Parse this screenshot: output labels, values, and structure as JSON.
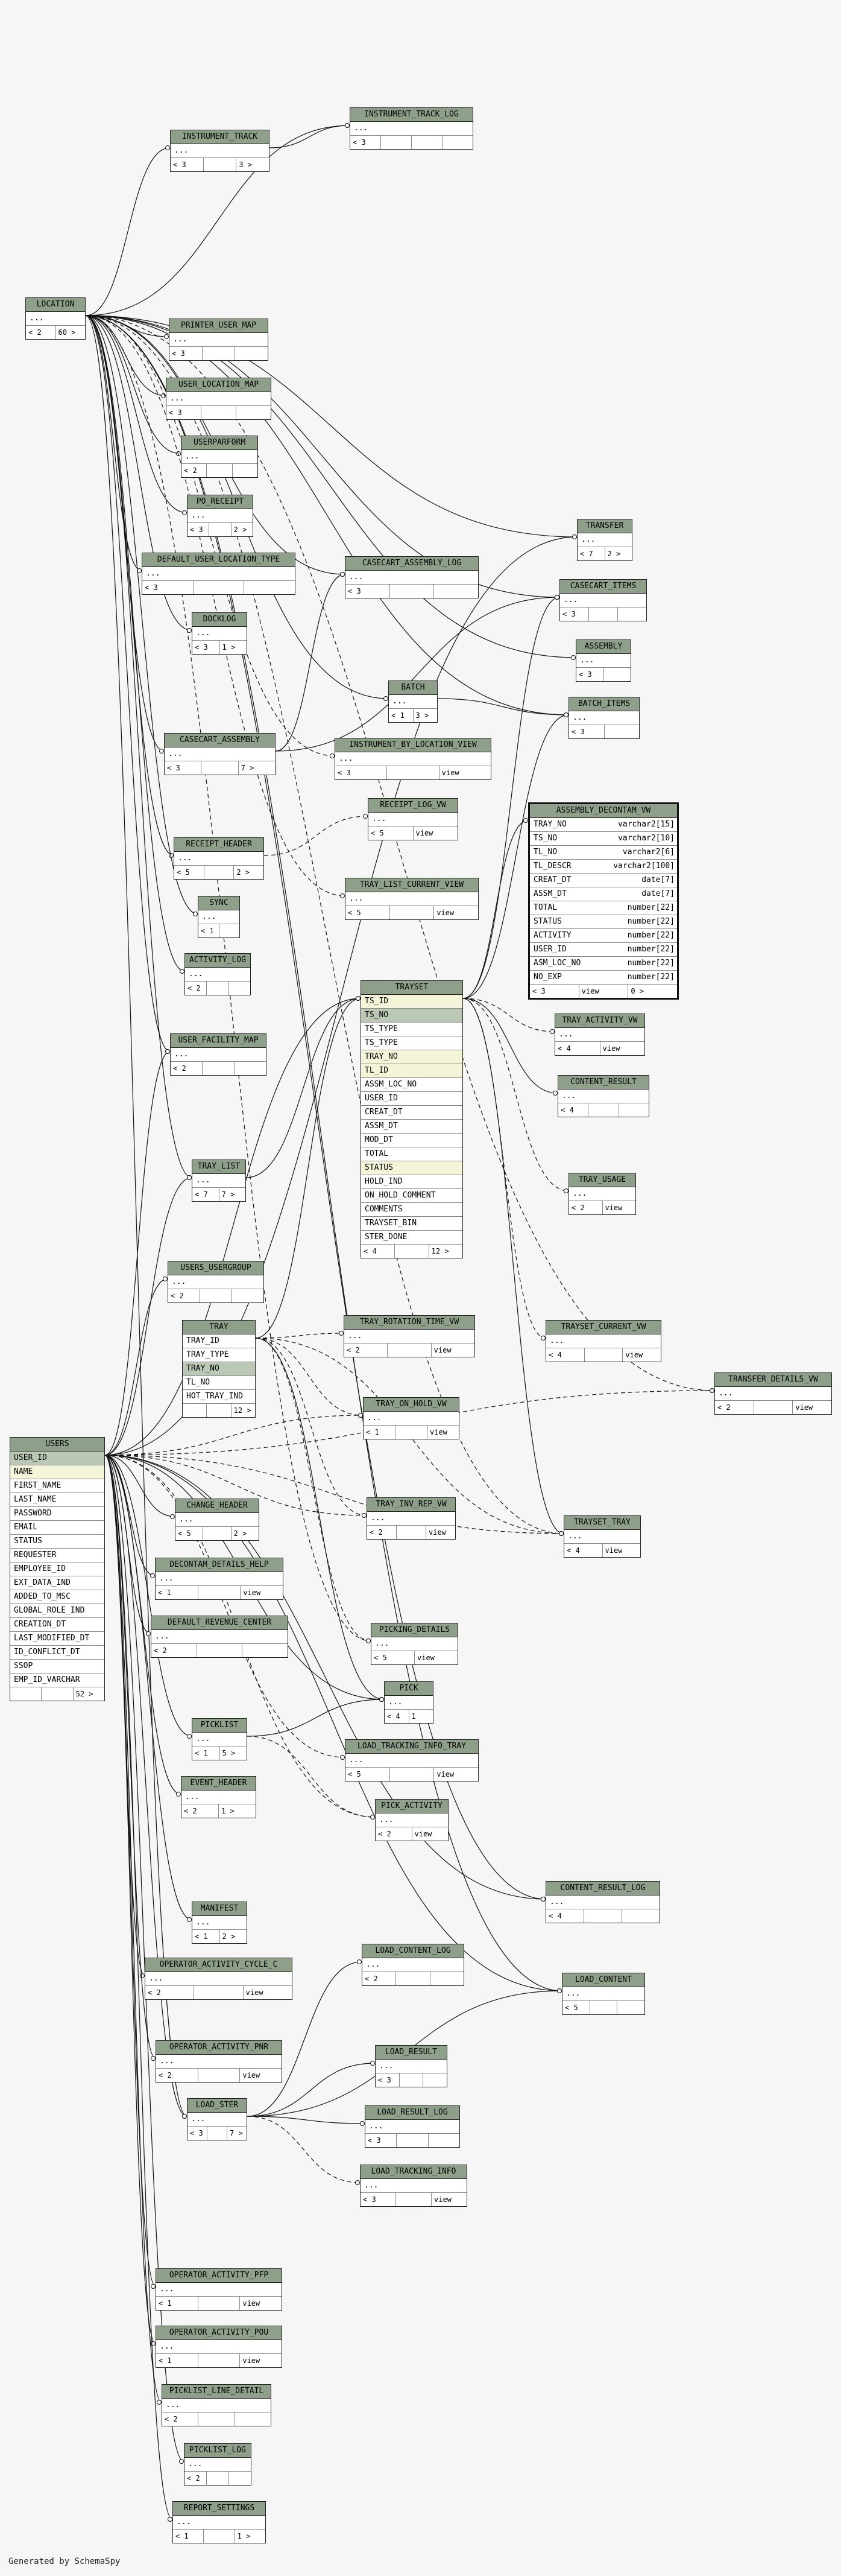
{
  "footer_label": "Generated by SchemaSpy",
  "colors": {
    "header": "#8fa08a",
    "primary_key": "#bcc8b6",
    "foreign_key": "#f4f4d8",
    "line": "#111111"
  },
  "tables": {
    "instrument_track": {
      "name": "INSTRUMENT_TRACK",
      "rows": [
        "..."
      ],
      "foot": [
        "< 3",
        "",
        "3 >"
      ]
    },
    "instrument_track_log": {
      "name": "INSTRUMENT_TRACK_LOG",
      "rows": [
        "..."
      ],
      "foot": [
        "< 3",
        "",
        "",
        ""
      ]
    },
    "location": {
      "name": "LOCATION",
      "rows": [
        "..."
      ],
      "foot": [
        "< 2",
        "60 >"
      ]
    },
    "printer_user_map": {
      "name": "PRINTER_USER_MAP",
      "rows": [
        "..."
      ],
      "foot": [
        "< 3",
        "",
        ""
      ]
    },
    "user_location_map": {
      "name": "USER_LOCATION_MAP",
      "rows": [
        "..."
      ],
      "foot": [
        "< 3",
        "",
        ""
      ]
    },
    "userparform": {
      "name": "USERPARFORM",
      "rows": [
        "..."
      ],
      "foot": [
        "< 2",
        "",
        ""
      ]
    },
    "po_receipt": {
      "name": "PO_RECEIPT",
      "rows": [
        "..."
      ],
      "foot": [
        "< 3",
        "",
        "2 >"
      ]
    },
    "default_user_location_type": {
      "name": "DEFAULT_USER_LOCATION_TYPE",
      "rows": [
        "..."
      ],
      "foot": [
        "< 3",
        "",
        ""
      ]
    },
    "transfer": {
      "name": "TRANSFER",
      "rows": [
        "..."
      ],
      "foot": [
        "< 7",
        "2 >"
      ]
    },
    "casecart_assembly_log": {
      "name": "CASECART_ASSEMBLY_LOG",
      "rows": [
        "..."
      ],
      "foot": [
        "< 3",
        "",
        ""
      ]
    },
    "casecart_items": {
      "name": "CASECART_ITEMS",
      "rows": [
        "..."
      ],
      "foot": [
        "< 3",
        "",
        ""
      ]
    },
    "docklog": {
      "name": "DOCKLOG",
      "rows": [
        "..."
      ],
      "foot": [
        "< 3",
        "1 >"
      ]
    },
    "assembly": {
      "name": "ASSEMBLY",
      "rows": [
        "..."
      ],
      "foot": [
        "< 3",
        ""
      ]
    },
    "batch": {
      "name": "BATCH",
      "rows": [
        "..."
      ],
      "foot": [
        "< 1",
        "3 >"
      ]
    },
    "batch_items": {
      "name": "BATCH_ITEMS",
      "rows": [
        "..."
      ],
      "foot": [
        "< 3",
        ""
      ]
    },
    "casecart_assembly": {
      "name": "CASECART_ASSEMBLY",
      "rows": [
        "..."
      ],
      "foot": [
        "< 3",
        "",
        "7 >"
      ]
    },
    "instrument_by_location_view": {
      "name": "INSTRUMENT_BY_LOCATION_VIEW",
      "rows": [
        "..."
      ],
      "foot": [
        "< 3",
        "",
        "view"
      ]
    },
    "assembly_decontam_vw": {
      "name": "ASSEMBLY_DECONTAM_VW",
      "rows": [
        {
          "c": "TRAY_NO",
          "t": "varchar2[15]"
        },
        {
          "c": "TS_NO",
          "t": "varchar2[10]"
        },
        {
          "c": "TL_NO",
          "t": "varchar2[6]"
        },
        {
          "c": "TL_DESCR",
          "t": "varchar2[100]"
        },
        {
          "c": "CREAT_DT",
          "t": "date[7]"
        },
        {
          "c": "ASSM_DT",
          "t": "date[7]"
        },
        {
          "c": "TOTAL",
          "t": "number[22]"
        },
        {
          "c": "STATUS",
          "t": "number[22]"
        },
        {
          "c": "ACTIVITY",
          "t": "number[22]"
        },
        {
          "c": "USER_ID",
          "t": "number[22]"
        },
        {
          "c": "ASM_LOC_NO",
          "t": "number[22]"
        },
        {
          "c": "NO_EXP",
          "t": "number[22]"
        }
      ],
      "foot": [
        "< 3",
        "view",
        "0 >"
      ]
    },
    "receipt_log_vw": {
      "name": "RECEIPT_LOG_VW",
      "rows": [
        "..."
      ],
      "foot": [
        "< 5",
        "view"
      ]
    },
    "receipt_header": {
      "name": "RECEIPT_HEADER",
      "rows": [
        "..."
      ],
      "foot": [
        "< 5",
        "",
        "2 >"
      ]
    },
    "tray_list_current_view": {
      "name": "TRAY_LIST_CURRENT_VIEW",
      "rows": [
        "..."
      ],
      "foot": [
        "< 5",
        "",
        "view"
      ]
    },
    "sync": {
      "name": "SYNC",
      "rows": [
        "..."
      ],
      "foot": [
        "< 1",
        ""
      ]
    },
    "activity_log": {
      "name": "ACTIVITY_LOG",
      "rows": [
        "..."
      ],
      "foot": [
        "< 2",
        "",
        ""
      ]
    },
    "trayset": {
      "name": "TRAYSET",
      "rows": [
        {
          "c": "TS_ID",
          "k": "fk"
        },
        {
          "c": "TS_NO",
          "k": "pk"
        },
        {
          "c": "TS_TYPE",
          "k": ""
        },
        {
          "c": "TS_TYPE",
          "k": ""
        },
        {
          "c": "TRAY_NO",
          "k": "fk"
        },
        {
          "c": "TL_ID",
          "k": "fk"
        },
        {
          "c": "ASSM_LOC_NO",
          "k": ""
        },
        {
          "c": "USER_ID",
          "k": ""
        },
        {
          "c": "CREAT_DT",
          "k": ""
        },
        {
          "c": "ASSM_DT",
          "k": ""
        },
        {
          "c": "MOD_DT",
          "k": ""
        },
        {
          "c": "TOTAL",
          "k": ""
        },
        {
          "c": "STATUS",
          "k": "fk"
        },
        {
          "c": "HOLD_IND",
          "k": ""
        },
        {
          "c": "ON_HOLD_COMMENT",
          "k": ""
        },
        {
          "c": "COMMENTS",
          "k": ""
        },
        {
          "c": "TRAYSET_BIN",
          "k": ""
        },
        {
          "c": "STER_DONE",
          "k": ""
        }
      ],
      "foot": [
        "< 4",
        "",
        "12 >"
      ]
    },
    "tray_activity_vw": {
      "name": "TRAY_ACTIVITY_VW",
      "rows": [
        "..."
      ],
      "foot": [
        "< 4",
        "view"
      ]
    },
    "user_facility_map": {
      "name": "USER_FACILITY_MAP",
      "rows": [
        "..."
      ],
      "foot": [
        "< 2",
        "",
        ""
      ]
    },
    "content_result": {
      "name": "CONTENT_RESULT",
      "rows": [
        "..."
      ],
      "foot": [
        "< 4",
        "",
        ""
      ]
    },
    "tray_list": {
      "name": "TRAY_LIST",
      "rows": [
        "..."
      ],
      "foot": [
        "< 7",
        "7 >"
      ]
    },
    "tray_usage": {
      "name": "TRAY_USAGE",
      "rows": [
        "..."
      ],
      "foot": [
        "< 2",
        "view"
      ]
    },
    "users_usergroup": {
      "name": "USERS_USERGROUP",
      "rows": [
        "..."
      ],
      "foot": [
        "< 2",
        "",
        ""
      ]
    },
    "tray": {
      "name": "TRAY",
      "rows": [
        {
          "c": "TRAY_ID",
          "k": ""
        },
        {
          "c": "TRAY_TYPE",
          "k": ""
        },
        {
          "c": "TRAY_NO",
          "k": "pk"
        },
        {
          "c": "TL_NO",
          "k": ""
        },
        {
          "c": "HOT_TRAY_IND",
          "k": ""
        }
      ],
      "foot": [
        "",
        "",
        "12 >"
      ]
    },
    "tray_rotation_time_vw": {
      "name": "TRAY_ROTATION_TIME_VW",
      "rows": [
        "..."
      ],
      "foot": [
        "< 2",
        "",
        "view"
      ]
    },
    "trayset_current_vw": {
      "name": "TRAYSET_CURRENT_VW",
      "rows": [
        "..."
      ],
      "foot": [
        "< 4",
        "",
        "view"
      ]
    },
    "transfer_details_vw": {
      "name": "TRANSFER_DETAILS_VW",
      "rows": [
        "..."
      ],
      "foot": [
        "< 2",
        "",
        "view"
      ]
    },
    "users": {
      "name": "USERS",
      "rows": [
        {
          "c": "USER_ID",
          "k": "pk"
        },
        {
          "c": "NAME",
          "k": "fk"
        },
        {
          "c": "FIRST_NAME",
          "k": ""
        },
        {
          "c": "LAST_NAME",
          "k": ""
        },
        {
          "c": "PASSWORD",
          "k": ""
        },
        {
          "c": "EMAIL",
          "k": ""
        },
        {
          "c": "STATUS",
          "k": ""
        },
        {
          "c": "REQUESTER",
          "k": ""
        },
        {
          "c": "EMPLOYEE_ID",
          "k": ""
        },
        {
          "c": "EXT_DATA_IND",
          "k": ""
        },
        {
          "c": "ADDED_TO_MSC",
          "k": ""
        },
        {
          "c": "GLOBAL_ROLE_IND",
          "k": ""
        },
        {
          "c": "CREATION_DT",
          "k": ""
        },
        {
          "c": "LAST_MODIFIED_DT",
          "k": ""
        },
        {
          "c": "ID_CONFLICT_DT",
          "k": ""
        },
        {
          "c": "SSOP",
          "k": ""
        },
        {
          "c": "EMP_ID_VARCHAR",
          "k": ""
        }
      ],
      "foot": [
        "",
        "",
        "52 >"
      ]
    },
    "tray_on_hold_vw": {
      "name": "TRAY_ON_HOLD_VW",
      "rows": [
        "..."
      ],
      "foot": [
        "< 1",
        "",
        "view"
      ]
    },
    "change_header": {
      "name": "CHANGE_HEADER",
      "rows": [
        "..."
      ],
      "foot": [
        "< 5",
        "",
        "2 >"
      ]
    },
    "tray_inv_rep_vw": {
      "name": "TRAY_INV_REP_VW",
      "rows": [
        "..."
      ],
      "foot": [
        "< 2",
        "",
        "view"
      ]
    },
    "trayset_tray": {
      "name": "TRAYSET_TRAY",
      "rows": [
        "..."
      ],
      "foot": [
        "< 4",
        "view"
      ]
    },
    "decontam_details_help": {
      "name": "DECONTAM_DETAILS_HELP",
      "rows": [
        "..."
      ],
      "foot": [
        "< 1",
        "",
        "view"
      ]
    },
    "default_revenue_center": {
      "name": "DEFAULT_REVENUE_CENTER",
      "rows": [
        "..."
      ],
      "foot": [
        "< 2",
        "",
        ""
      ]
    },
    "picking_details": {
      "name": "PICKING_DETAILS",
      "rows": [
        "..."
      ],
      "foot": [
        "< 5",
        "view"
      ]
    },
    "pick": {
      "name": "PICK",
      "rows": [
        "..."
      ],
      "foot": [
        "< 4",
        "1"
      ]
    },
    "picklist": {
      "name": "PICKLIST",
      "rows": [
        "..."
      ],
      "foot": [
        "< 1",
        "5 >"
      ]
    },
    "load_tracking_info_tray": {
      "name": "LOAD_TRACKING_INFO_TRAY",
      "rows": [
        "..."
      ],
      "foot": [
        "< 5",
        "",
        "view"
      ]
    },
    "event_header": {
      "name": "EVENT_HEADER",
      "rows": [
        "..."
      ],
      "foot": [
        "< 2",
        "1 >"
      ]
    },
    "pick_activity": {
      "name": "PICK_ACTIVITY",
      "rows": [
        "..."
      ],
      "foot": [
        "< 2",
        "view"
      ]
    },
    "content_result_log": {
      "name": "CONTENT_RESULT_LOG",
      "rows": [
        "..."
      ],
      "foot": [
        "< 4",
        "",
        ""
      ]
    },
    "manifest": {
      "name": "MANIFEST",
      "rows": [
        "..."
      ],
      "foot": [
        "< 1",
        "2 >"
      ]
    },
    "load_content_log": {
      "name": "LOAD_CONTENT_LOG",
      "rows": [
        "..."
      ],
      "foot": [
        "< 2",
        "",
        ""
      ]
    },
    "operator_activity_cycle_c": {
      "name": "OPERATOR_ACTIVITY_CYCLE_C",
      "rows": [
        "..."
      ],
      "foot": [
        "< 2",
        "",
        "view"
      ]
    },
    "load_content": {
      "name": "LOAD_CONTENT",
      "rows": [
        "..."
      ],
      "foot": [
        "< 5",
        "",
        ""
      ]
    },
    "operator_activity_pnr": {
      "name": "OPERATOR_ACTIVITY_PNR",
      "rows": [
        "..."
      ],
      "foot": [
        "< 2",
        "",
        "view"
      ]
    },
    "load_result": {
      "name": "LOAD_RESULT",
      "rows": [
        "..."
      ],
      "foot": [
        "< 3",
        "",
        ""
      ]
    },
    "load_ster": {
      "name": "LOAD_STER",
      "rows": [
        "..."
      ],
      "foot": [
        "< 3",
        "",
        "7 >"
      ]
    },
    "load_result_log": {
      "name": "LOAD_RESULT_LOG",
      "rows": [
        "..."
      ],
      "foot": [
        "< 3",
        "",
        ""
      ]
    },
    "load_tracking_info": {
      "name": "LOAD_TRACKING_INFO",
      "rows": [
        "..."
      ],
      "foot": [
        "< 3",
        "",
        "view"
      ]
    },
    "operator_activity_pfp": {
      "name": "OPERATOR_ACTIVITY_PFP",
      "rows": [
        "..."
      ],
      "foot": [
        "< 1",
        "",
        "view"
      ]
    },
    "operator_activity_pou": {
      "name": "OPERATOR_ACTIVITY_POU",
      "rows": [
        "..."
      ],
      "foot": [
        "< 1",
        "",
        "view"
      ]
    },
    "picklist_line_detail": {
      "name": "PICKLIST_LINE_DETAIL",
      "rows": [
        "..."
      ],
      "foot": [
        "< 2",
        "",
        ""
      ]
    },
    "picklist_log": {
      "name": "PICKLIST_LOG",
      "rows": [
        "..."
      ],
      "foot": [
        "< 2",
        "",
        ""
      ]
    },
    "report_settings": {
      "name": "REPORT_SETTINGS",
      "rows": [
        "..."
      ],
      "foot": [
        "< 1",
        "",
        "1 >"
      ]
    }
  }
}
